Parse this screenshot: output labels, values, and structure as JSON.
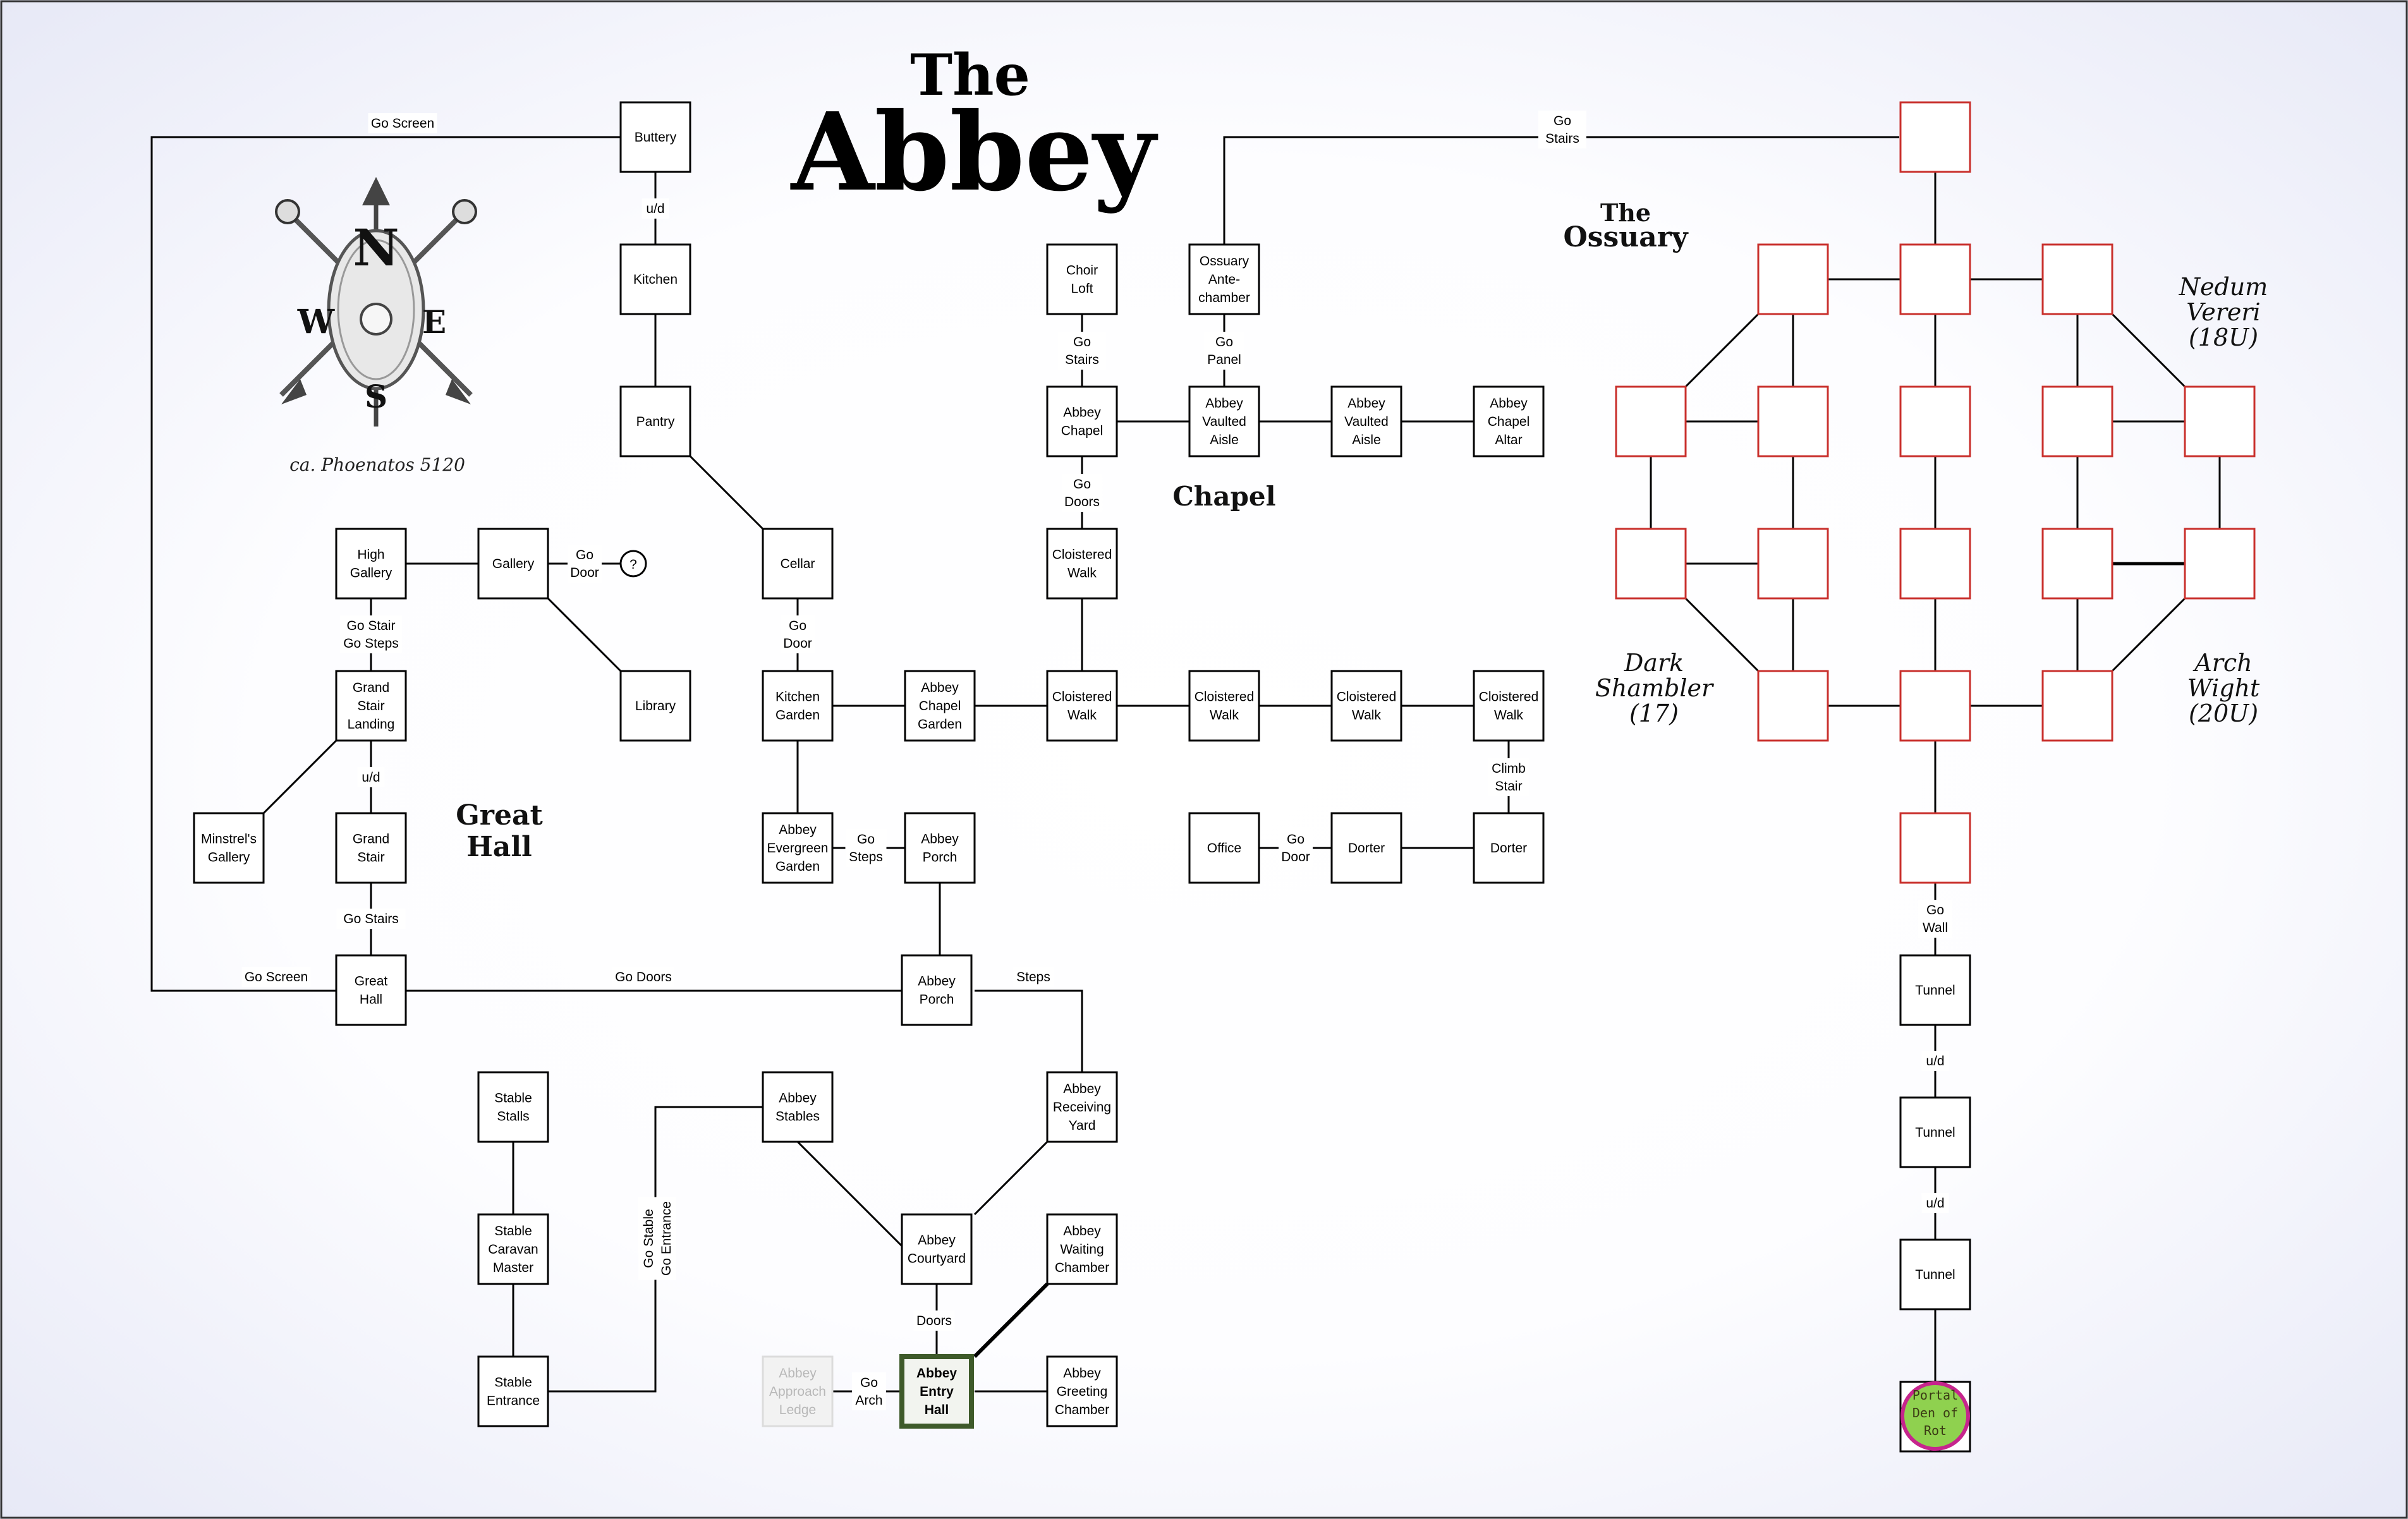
{
  "title": {
    "line1": "The",
    "line2": "Abbey"
  },
  "credit": "ca. Phoenatos 5120",
  "compass": {
    "n": "N",
    "s": "S",
    "e": "E",
    "w": "W",
    "icon": "compass-rose-icon"
  },
  "areas": {
    "great_hall": [
      "Great",
      "Hall"
    ],
    "chapel": "Chapel",
    "ossuary": [
      "The",
      "Ossuary"
    ]
  },
  "annotations": {
    "nedum": [
      "Nedum",
      "Vereri",
      "(18U)"
    ],
    "dark": [
      "Dark",
      "Shambler",
      "(17)"
    ],
    "arch": [
      "Arch",
      "Wight",
      "(20U)"
    ]
  },
  "unknown_marker": "?",
  "colors": {
    "room": "#000000",
    "ossuary_room": "#c9302c",
    "portal_fill": "#8fd14f",
    "portal_ring": "#c6258d",
    "entry_hall_border": "#3e5a2a",
    "ghost": "#b8b8b8"
  },
  "rooms": [
    {
      "id": "buttery",
      "label": [
        "Buttery"
      ]
    },
    {
      "id": "kitchen",
      "label": [
        "Kitchen"
      ]
    },
    {
      "id": "pantry",
      "label": [
        "Pantry"
      ]
    },
    {
      "id": "cellar",
      "label": [
        "Cellar"
      ]
    },
    {
      "id": "high_gallery",
      "label": [
        "High",
        "Gallery"
      ]
    },
    {
      "id": "gallery",
      "label": [
        "Gallery"
      ]
    },
    {
      "id": "library",
      "label": [
        "Library"
      ]
    },
    {
      "id": "grand_stair_landing",
      "label": [
        "Grand",
        "Stair",
        "Landing"
      ]
    },
    {
      "id": "minstrels_gallery",
      "label": [
        "Minstrel's",
        "Gallery"
      ]
    },
    {
      "id": "grand_stair",
      "label": [
        "Grand",
        "Stair"
      ]
    },
    {
      "id": "great_hall_room",
      "label": [
        "Great",
        "Hall"
      ]
    },
    {
      "id": "choir_loft",
      "label": [
        "Choir",
        "Loft"
      ]
    },
    {
      "id": "ossuary_antechamber",
      "label": [
        "Ossuary",
        "Ante-",
        "chamber"
      ]
    },
    {
      "id": "abbey_chapel",
      "label": [
        "Abbey",
        "Chapel"
      ]
    },
    {
      "id": "abbey_vaulted_aisle_1",
      "label": [
        "Abbey",
        "Vaulted",
        "Aisle"
      ]
    },
    {
      "id": "abbey_vaulted_aisle_2",
      "label": [
        "Abbey",
        "Vaulted",
        "Aisle"
      ]
    },
    {
      "id": "abbey_chapel_altar",
      "label": [
        "Abbey",
        "Chapel",
        "Altar"
      ]
    },
    {
      "id": "cloistered_walk_north",
      "label": [
        "Cloistered",
        "Walk"
      ]
    },
    {
      "id": "kitchen_garden",
      "label": [
        "Kitchen",
        "Garden"
      ]
    },
    {
      "id": "abbey_chapel_garden",
      "label": [
        "Abbey",
        "Chapel",
        "Garden"
      ]
    },
    {
      "id": "cloistered_walk_1",
      "label": [
        "Cloistered",
        "Walk"
      ]
    },
    {
      "id": "cloistered_walk_2",
      "label": [
        "Cloistered",
        "Walk"
      ]
    },
    {
      "id": "cloistered_walk_3",
      "label": [
        "Cloistered",
        "Walk"
      ]
    },
    {
      "id": "cloistered_walk_4",
      "label": [
        "Cloistered",
        "Walk"
      ]
    },
    {
      "id": "abbey_evergreen_garden",
      "label": [
        "Abbey",
        "Evergreen",
        "Garden"
      ]
    },
    {
      "id": "abbey_porch_upper",
      "label": [
        "Abbey",
        "Porch"
      ]
    },
    {
      "id": "office",
      "label": [
        "Office"
      ]
    },
    {
      "id": "dorter_1",
      "label": [
        "Dorter"
      ]
    },
    {
      "id": "dorter_2",
      "label": [
        "Dorter"
      ]
    },
    {
      "id": "abbey_porch_lower",
      "label": [
        "Abbey",
        "Porch"
      ]
    },
    {
      "id": "stable_stalls",
      "label": [
        "Stable",
        "Stalls"
      ]
    },
    {
      "id": "abbey_stables",
      "label": [
        "Abbey",
        "Stables"
      ]
    },
    {
      "id": "abbey_receiving_yard",
      "label": [
        "Abbey",
        "Receiving",
        "Yard"
      ]
    },
    {
      "id": "stable_caravan_master",
      "label": [
        "Stable",
        "Caravan",
        "Master"
      ]
    },
    {
      "id": "abbey_courtyard",
      "label": [
        "Abbey",
        "Courtyard"
      ]
    },
    {
      "id": "abbey_waiting_chamber",
      "label": [
        "Abbey",
        "Waiting",
        "Chamber"
      ]
    },
    {
      "id": "stable_entrance",
      "label": [
        "Stable",
        "Entrance"
      ]
    },
    {
      "id": "abbey_approach_ledge",
      "label": [
        "Abbey",
        "Approach",
        "Ledge"
      ]
    },
    {
      "id": "abbey_entry_hall",
      "label": [
        "Abbey",
        "Entry",
        "Hall"
      ]
    },
    {
      "id": "abbey_greeting_chamber",
      "label": [
        "Abbey",
        "Greeting",
        "Chamber"
      ]
    },
    {
      "id": "tunnel_1",
      "label": [
        "Tunnel"
      ]
    },
    {
      "id": "tunnel_2",
      "label": [
        "Tunnel"
      ]
    },
    {
      "id": "tunnel_3",
      "label": [
        "Tunnel"
      ]
    },
    {
      "id": "portal",
      "label": [
        "Portal",
        "Den of",
        "Rot"
      ]
    }
  ],
  "exit_labels": [
    {
      "id": "go_screen_top",
      "text": [
        "Go Screen"
      ]
    },
    {
      "id": "ud_buttery_kitchen",
      "text": [
        "u/d"
      ]
    },
    {
      "id": "go_stairs_ossuary",
      "text": [
        "Go",
        "Stairs"
      ]
    },
    {
      "id": "go_door_gallery",
      "text": [
        "Go",
        "Door"
      ]
    },
    {
      "id": "go_stair_steps",
      "text": [
        "Go Stair",
        "Go Steps"
      ]
    },
    {
      "id": "ud_grand_stair",
      "text": [
        "u/d"
      ]
    },
    {
      "id": "go_stairs_great_hall",
      "text": [
        "Go Stairs"
      ]
    },
    {
      "id": "go_screen_great_hall",
      "text": [
        "Go Screen"
      ]
    },
    {
      "id": "go_doors_porch",
      "text": [
        "Go Doors"
      ]
    },
    {
      "id": "steps_receiving",
      "text": [
        "Steps"
      ]
    },
    {
      "id": "go_stairs_choir",
      "text": [
        "Go",
        "Stairs"
      ]
    },
    {
      "id": "go_panel",
      "text": [
        "Go",
        "Panel"
      ]
    },
    {
      "id": "go_doors_chapel",
      "text": [
        "Go",
        "Doors"
      ]
    },
    {
      "id": "go_door_cellar",
      "text": [
        "Go",
        "Door"
      ]
    },
    {
      "id": "go_steps_garden",
      "text": [
        "Go",
        "Steps"
      ]
    },
    {
      "id": "climb_stair",
      "text": [
        "Climb",
        "Stair"
      ]
    },
    {
      "id": "go_door_office",
      "text": [
        "Go",
        "Door"
      ]
    },
    {
      "id": "go_stable_entrance",
      "text": [
        "Go Stable",
        "Go Entrance"
      ]
    },
    {
      "id": "doors_courtyard",
      "text": [
        "Doors"
      ]
    },
    {
      "id": "go_arch",
      "text": [
        "Go",
        "Arch"
      ]
    },
    {
      "id": "go_wall",
      "text": [
        "Go",
        "Wall"
      ]
    },
    {
      "id": "ud_tunnel_1",
      "text": [
        "u/d"
      ]
    },
    {
      "id": "ud_tunnel_2",
      "text": [
        "u/d"
      ]
    }
  ]
}
